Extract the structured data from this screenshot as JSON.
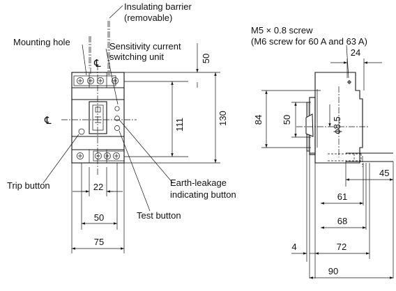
{
  "labels": {
    "insulating_barrier": "Insulating barrier",
    "removable": "(removable)",
    "mounting_hole": "Mounting hole",
    "sensitivity_1": "Sensitivity current",
    "sensitivity_2": "switching unit",
    "trip_button": "Trip button",
    "test_button": "Test button",
    "earth_leakage_1": "Earth-leakage",
    "earth_leakage_2": "indicating button",
    "screw_1": "M5 × 0.8 screw",
    "screw_2": "(M6 screw for 60 A and 63 A)",
    "centerline": "℄"
  },
  "dimensions": {
    "front": {
      "terminal_depth": "50",
      "mount_height": "111",
      "overall_height": "130",
      "pole_pitch": "22",
      "mount_width": "50",
      "overall_width": "75"
    },
    "side": {
      "screw_offset": "24",
      "body_height": "84",
      "handle_height": "50",
      "terminal_dia": "ϕ8.5",
      "terminal_projection": "45",
      "depth_61": "61",
      "depth_68": "68",
      "depth_72": "72",
      "depth_90": "90",
      "base_4": "4"
    }
  }
}
